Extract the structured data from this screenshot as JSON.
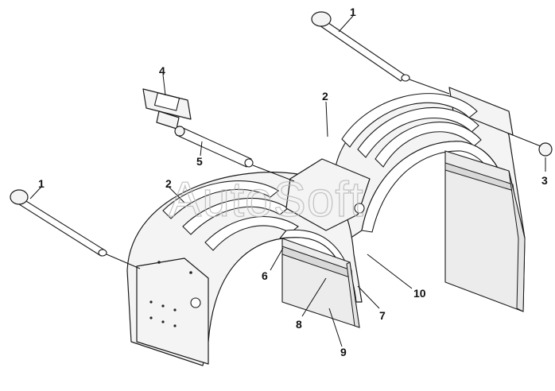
{
  "watermark": "AutoSoft",
  "callouts": {
    "c1_top": "1",
    "c1_left": "1",
    "c2_right": "2",
    "c2_left": "2",
    "c3": "3",
    "c4": "4",
    "c5": "5",
    "c6": "6",
    "c7": "7",
    "c8": "8",
    "c9": "9",
    "c10": "10"
  }
}
